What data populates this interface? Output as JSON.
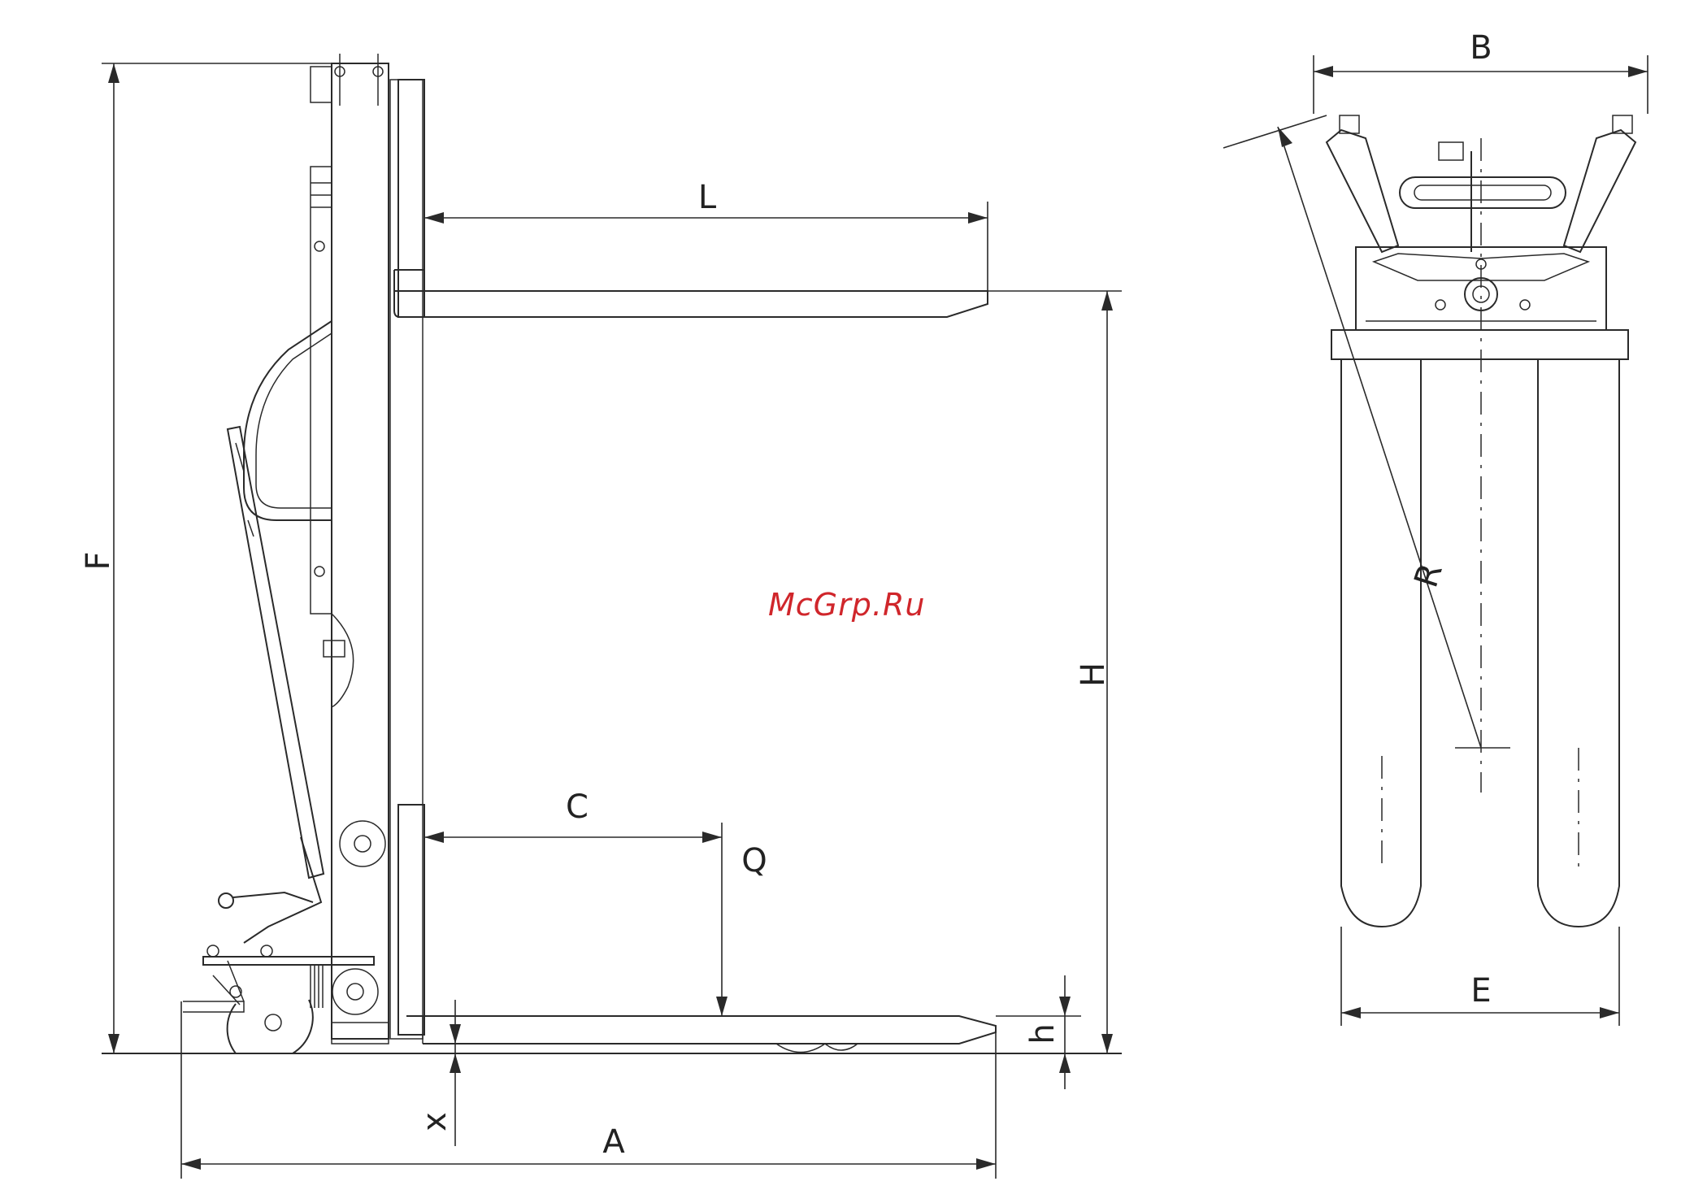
{
  "watermark": {
    "text": "McGrp.Ru",
    "color": "#d0262b"
  },
  "line_color": "#2a2a2a",
  "side_view": {
    "dimensions": {
      "F": "F",
      "L": "L",
      "H": "H",
      "C": "C",
      "Q": "Q",
      "h": "h",
      "x": "x",
      "A": "A"
    }
  },
  "front_view": {
    "dimensions": {
      "B": "B",
      "R": "R",
      "E": "E"
    }
  }
}
